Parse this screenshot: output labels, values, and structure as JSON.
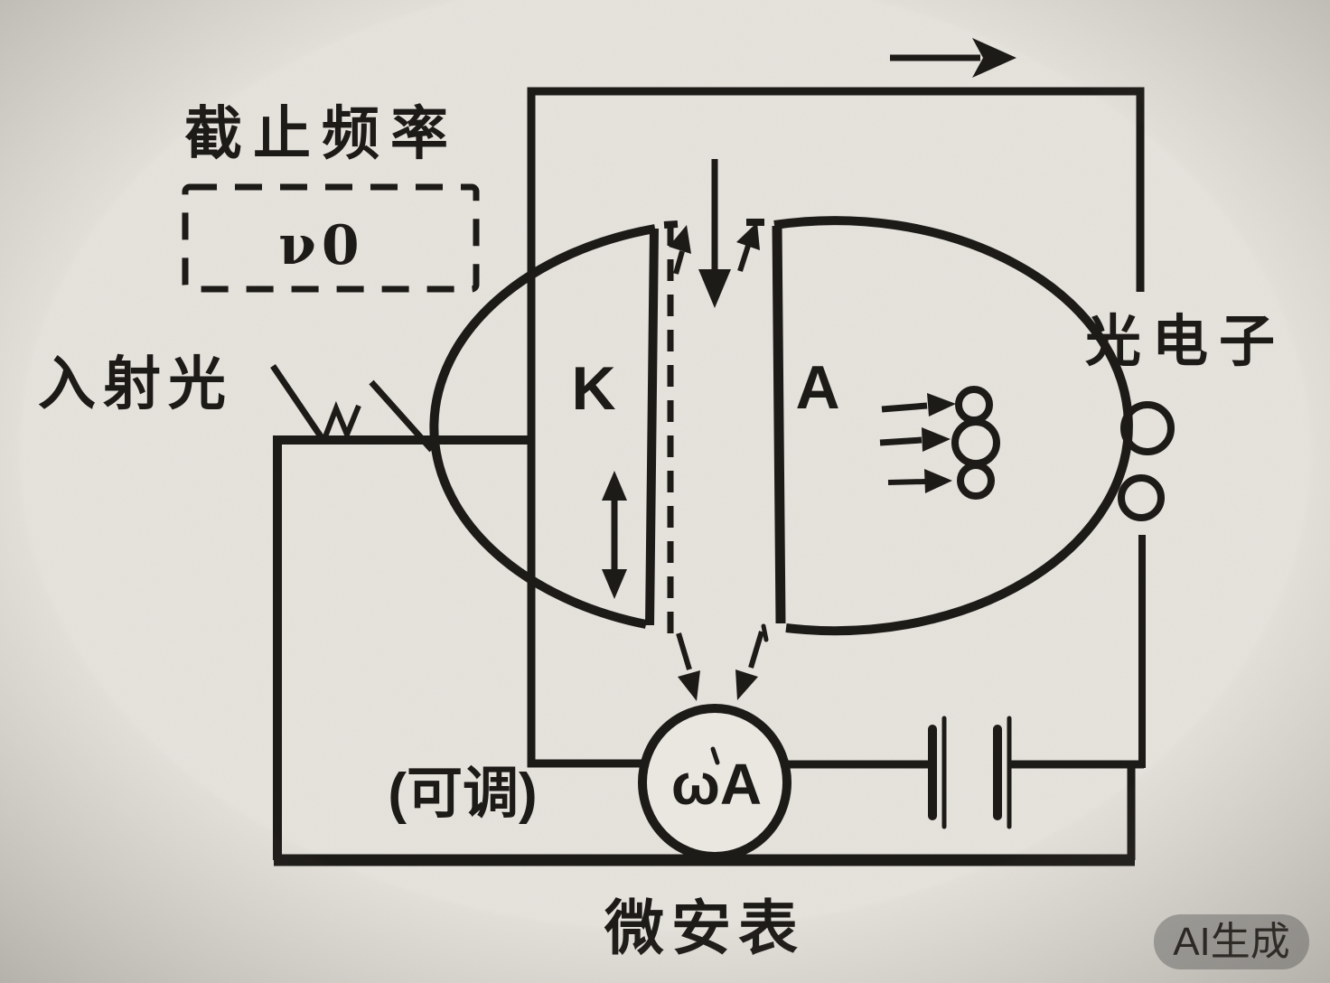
{
  "diagram_title": "photoelectric-effect-circuit",
  "labels": {
    "cutoff_frequency": "截止频率",
    "nu_zero": "ν0",
    "incident_light": "入射光",
    "photoelectrons": "光电子",
    "cathode": "K",
    "anode": "A",
    "meter_symbol": "ωA",
    "adjustable": "(可调)",
    "microammeter": "微安表"
  },
  "watermark": {
    "text": "AI生成"
  },
  "colors": {
    "ink": "#1d1b18",
    "paper": "#eae7e1",
    "watermark_bg": "#9d9c98",
    "watermark_text": "#dcdad4"
  }
}
